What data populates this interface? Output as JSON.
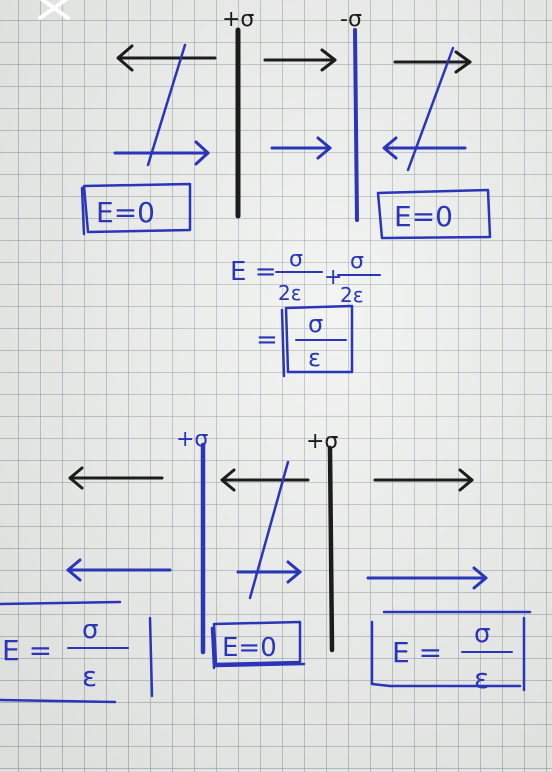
{
  "colors": {
    "ink_black": "#1c1c1c",
    "ink_blue": "#2a35b8",
    "paper": "#eef0ee"
  },
  "top": {
    "plate_left_label": "+σ",
    "plate_right_label": "-σ",
    "box_left": "E=0",
    "box_right": "E=0"
  },
  "middle": {
    "e_lhs": "E =",
    "frac1_num": "σ",
    "frac1_den": "2ε",
    "plus": "+",
    "frac2_num": "σ",
    "frac2_den": "2ε",
    "eq2": "=",
    "result_num": "σ",
    "result_den": "ε"
  },
  "bottom": {
    "plate_left_label": "+σ",
    "plate_right_label": "+σ",
    "box_left_lhs": "E =",
    "box_left_num": "σ",
    "box_left_den": "ε",
    "box_mid": "E=0",
    "box_right_lhs": "E =",
    "box_right_num": "σ",
    "box_right_den": "ε"
  },
  "icons": [
    "close-icon"
  ]
}
